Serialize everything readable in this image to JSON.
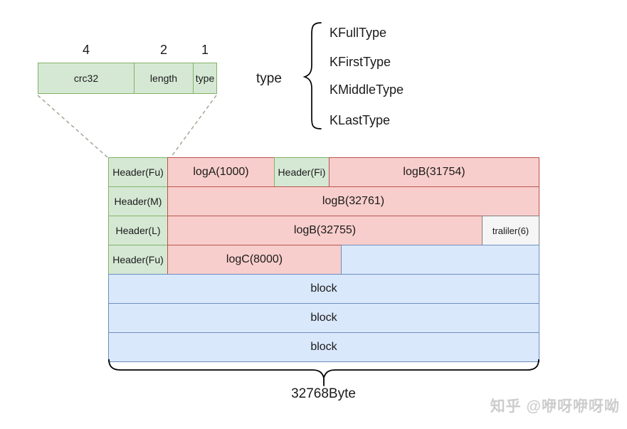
{
  "record_header_table": {
    "byte_sizes": [
      "4",
      "2",
      "1"
    ],
    "fields": [
      "crc32",
      "length",
      "type"
    ]
  },
  "type_legend": {
    "label": "type",
    "items": [
      "KFullType",
      "KFirstType",
      "KMiddleType",
      "KLastType"
    ]
  },
  "diagram": {
    "rows": [
      {
        "cells": [
          {
            "label": "Header(Fu)"
          },
          {
            "label": "logA(1000)"
          },
          {
            "label": "Header(Fi)"
          },
          {
            "label": "logB(31754)"
          }
        ]
      },
      {
        "cells": [
          {
            "label": "Header(M)"
          },
          {
            "label": "logB(32761)"
          }
        ]
      },
      {
        "cells": [
          {
            "label": "Header(L)"
          },
          {
            "label": "logB(32755)"
          },
          {
            "label": "traliler(6)"
          }
        ]
      },
      {
        "cells": [
          {
            "label": "Header(Fu)"
          },
          {
            "label": "logC(8000)"
          },
          {
            "label": ""
          }
        ]
      }
    ],
    "blocks": [
      "block",
      "block",
      "block"
    ],
    "total_size_label": "32768Byte"
  },
  "watermark": "知乎 @咿呀咿呀呦",
  "colors": {
    "header_fill": "#d5e8d4",
    "header_border": "#82b366",
    "log_fill": "#f8cecc",
    "log_border": "#b85450",
    "block_fill": "#dae8fc",
    "block_border": "#6c8ebf",
    "trailer_fill": "#f5f5f5",
    "trailer_border": "#808080",
    "dashed_connector": "#9aa38f"
  }
}
